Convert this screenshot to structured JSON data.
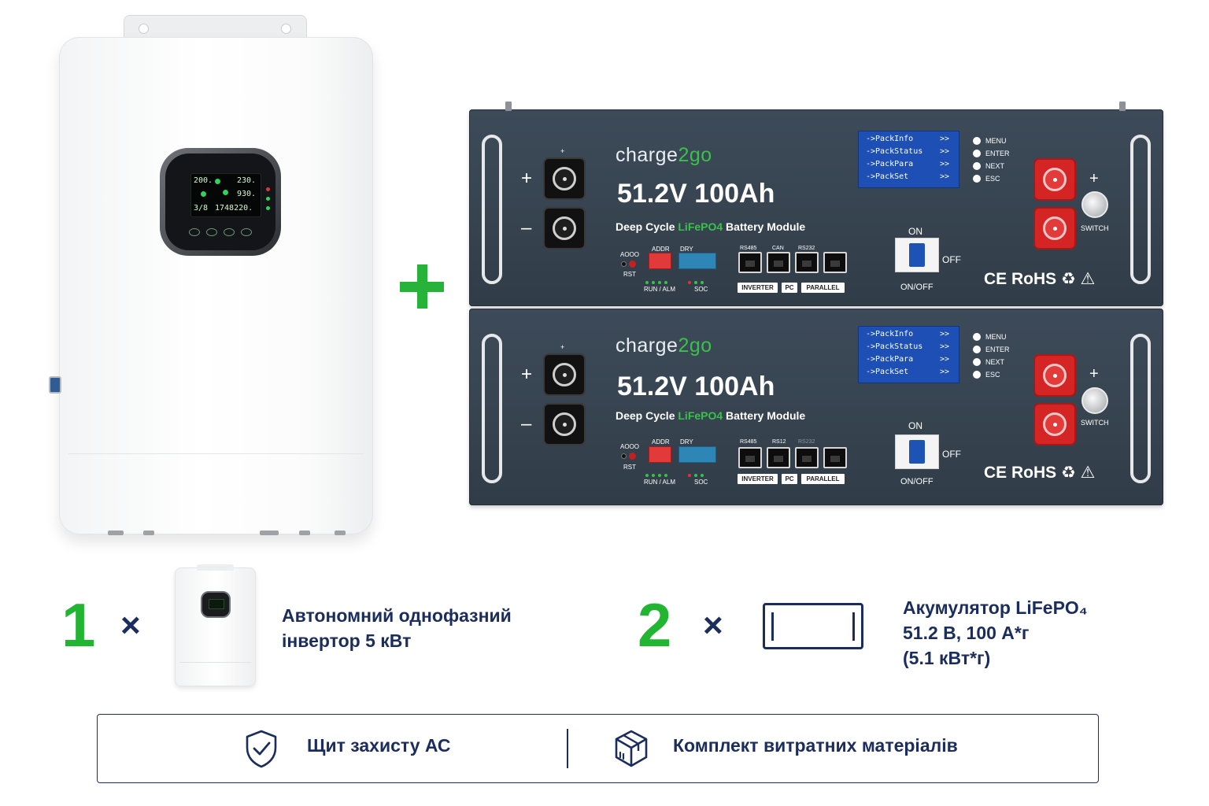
{
  "battery": {
    "brand_prefix": "charge",
    "brand_accent": "2go",
    "capacity": "51.2V 100Ah",
    "desc_pre": "Deep Cycle ",
    "desc_chem": "LiFePO4",
    "desc_post": " Battery Module",
    "menu_rows": [
      "->PackInfo",
      "->PackStatus",
      "->PackPara",
      "->PackSet"
    ],
    "menu_arrow": ">>",
    "buttons": [
      "MENU",
      "ENTER",
      "NEXT",
      "ESC"
    ],
    "plus": "+",
    "minus": "–",
    "switch_label": "SWITCH",
    "on_label": "ON",
    "off_label": "OFF",
    "onoff_label": "ON/OFF",
    "addr_label": "ADDR",
    "dry_label": "DRY",
    "aoo_label": "AOOO",
    "rst_label": "RST",
    "runalm_label": "RUN / ALM",
    "soc_label": "SOC",
    "ports_top": [
      "RS485",
      "CAN",
      "RS232"
    ],
    "ports_top_lower": [
      "RS485",
      "RS12",
      "RS232"
    ],
    "port_tags": [
      "INVERTER",
      "PC",
      "PARALLEL"
    ],
    "cert": "CE RoHS ♻ ⚠",
    "accent_color": "#38c24a",
    "body_color": "#36434f"
  },
  "inverter_lcd": {
    "l1a": "200.",
    "l1b": "230.",
    "l2b": "930.",
    "l3a": "3/8",
    "l3b": "1748220."
  },
  "legend": {
    "item1": {
      "qty": "1",
      "times": "×",
      "line1": "Автономний однофазний",
      "line2": "інвертор 5 кВт"
    },
    "item2": {
      "qty": "2",
      "times": "×",
      "line1": "Акумулятор LiFePO₄",
      "line2": "51.2 В, 100 А*г",
      "line3": "(5.1 кВт*г)"
    }
  },
  "features": {
    "left": "Щит захисту АС",
    "right": "Комплект витратних матеріалів",
    "left_icon": "shield-check-icon",
    "right_icon": "package-icon"
  },
  "colors": {
    "green": "#21b532",
    "navy": "#1b2d5c"
  }
}
